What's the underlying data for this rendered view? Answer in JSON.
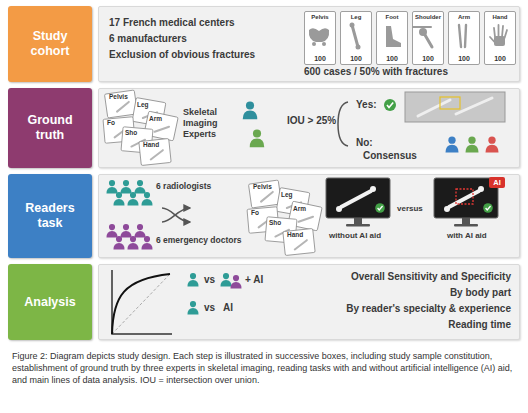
{
  "diagram": {
    "caption": "Figure 2: Diagram depicts study design. Each step is illustrated in successive boxes, including study sample constitution, establishment of ground truth by three experts in skeletal imaging, reading tasks with and without artificial intelligence (AI) aid, and main lines of data analysis. IOU = intersection over union.",
    "nodes": [
      {
        "text": [
          "Study cohort"
        ]
      },
      {
        "text": [
          "17 French medical centers",
          "6 manufacturers",
          "Exclusion of obvious fractures",
          "600 cases / 50% with fractures"
        ]
      },
      {
        "text": [
          "Pelvis",
          "100"
        ],
        "in": 1
      },
      {
        "text": [
          "Leg",
          "100"
        ],
        "in": 1
      },
      {
        "text": [
          "Foot",
          "100"
        ],
        "in": 1
      },
      {
        "text": [
          "Shoulder",
          "100"
        ],
        "in": 1
      },
      {
        "text": [
          "Arm",
          "100"
        ],
        "in": 1
      },
      {
        "text": [
          "Hand",
          "100"
        ],
        "in": 1
      },
      {
        "text": [
          "Ground truth"
        ]
      },
      {
        "text": [
          "Skeletal Imaging Experts",
          "IOU > 25%",
          "Yes:",
          "No:",
          "Consensus"
        ]
      },
      {
        "text": [
          "Readers task"
        ]
      },
      {
        "text": [
          "6 radiologists",
          "6 emergency doctors",
          "without AI aid",
          "versus",
          "with AI aid"
        ]
      },
      {
        "text": [
          "AI"
        ],
        "in": 11
      },
      {
        "text": [
          "Analysis"
        ]
      },
      {
        "text": [
          "vs",
          "+ AI",
          "vs",
          "AI",
          "Overall Sensitivity and Specificity",
          "By body part",
          "By reader's specialty & experience",
          "Reading time"
        ]
      }
    ],
    "labels": [
      "Pelvis",
      "Leg",
      "Arm",
      "Fo",
      "Sho",
      "Hand",
      "Pelvis",
      "Leg",
      "Arm",
      "Fo",
      "Sho",
      "Hand"
    ]
  }
}
